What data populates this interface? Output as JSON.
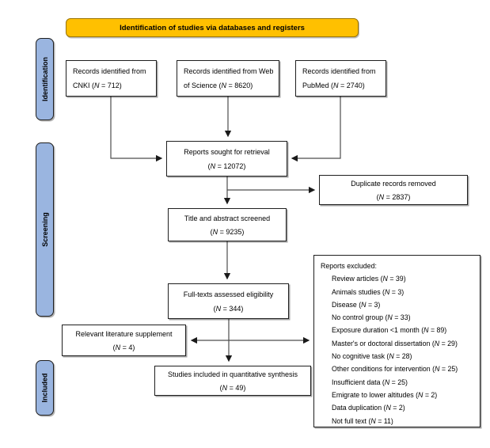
{
  "banner": {
    "label": "Identification of studies via databases and registers"
  },
  "stages": {
    "identification": "Identification",
    "screening": "Screening",
    "included": "Included"
  },
  "n_symbol": "N",
  "boxes": {
    "cnki": {
      "pre": "Records identified from CNKI (",
      "post": " = 712)"
    },
    "wos": {
      "pre": "Records identified from Web of Science (",
      "post": " = 8620)"
    },
    "pubmed": {
      "pre": "Records identified from PubMed (",
      "post": " = 2740)"
    },
    "retrieval": {
      "line1": "Reports sought for retrieval",
      "n_pre": "(",
      "n_post": " = 12072)"
    },
    "duplicates": {
      "line1": "Duplicate records removed",
      "n_pre": "(",
      "n_post": " = 2837)"
    },
    "screened": {
      "line1": "Title and abstract screened",
      "n_pre": "(",
      "n_post": " = 9235)"
    },
    "fulltext": {
      "line1": "Full-texts assessed eligibility",
      "n_pre": "(",
      "n_post": " = 344)"
    },
    "supplement": {
      "line1": "Relevant literature supplement",
      "n_pre": "(",
      "n_post": " = 4)"
    },
    "included": {
      "line1": "Studies included in quantitative synthesis",
      "n_pre": "(",
      "n_post": " = 49)"
    }
  },
  "excluded": {
    "title": "Reports excluded:",
    "items": [
      {
        "pre": "Review articles (",
        "post": " = 39)"
      },
      {
        "pre": "Animals studies (",
        "post": " = 3)"
      },
      {
        "pre": "Disease (",
        "post": " = 3)"
      },
      {
        "pre": "No control group (",
        "post": " = 33)"
      },
      {
        "pre": "Exposure duration <1 month (",
        "post": " = 89)"
      },
      {
        "pre": "Master's or doctoral dissertation (",
        "post": " = 29)"
      },
      {
        "pre": "No cognitive task (",
        "post": " = 28)"
      },
      {
        "pre": "Other conditions for intervention (",
        "post": " = 25)"
      },
      {
        "pre": "Insufficient data (",
        "post": " = 25)"
      },
      {
        "pre": "Emigrate to lower altitudes (",
        "post": " = 2)"
      },
      {
        "pre": "Data duplication (",
        "post": " = 2)"
      },
      {
        "pre": "Not full text (",
        "post": " = 11)"
      }
    ]
  },
  "colors": {
    "banner_fill": "#FFC000",
    "banner_border": "#997300",
    "stage_fill": "#9AB5E0",
    "box_border": "#1F1F1F",
    "connector": "#4D4D4D"
  }
}
